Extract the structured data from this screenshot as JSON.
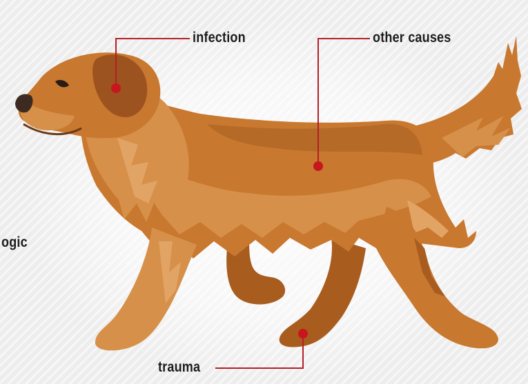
{
  "labels": {
    "infection": "infection",
    "other_causes": "other causes",
    "trauma": "trauma",
    "cut_off_left": "ogic"
  },
  "colors": {
    "fur_main": "#c8782f",
    "fur_light": "#d6904a",
    "fur_pale": "#e2a464",
    "fur_dark": "#a85d1f",
    "fur_shadow": "#9a5218",
    "ear": "#9d5320",
    "nose": "#3d2a20",
    "pointer_line": "#b32025",
    "pointer_dot": "#c8161d",
    "label_text": "#1c1c1c"
  }
}
